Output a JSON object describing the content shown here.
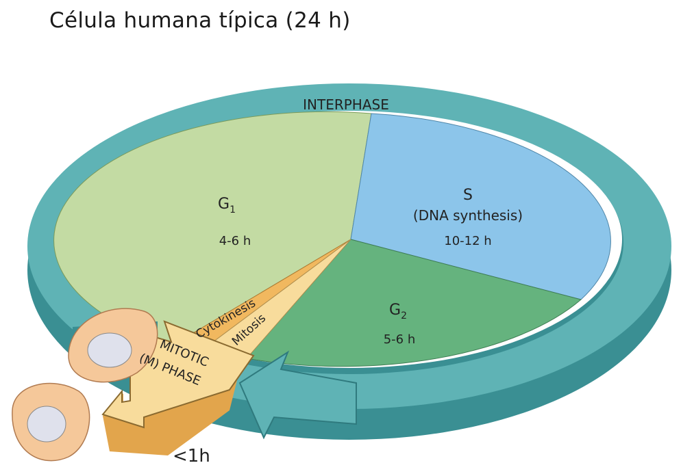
{
  "title": "Célula humana típica (24 h)",
  "ring": {
    "label": "INTERPHASE"
  },
  "phases": {
    "g1": {
      "name": "G",
      "sub": "1",
      "duration": "4-6 h"
    },
    "s": {
      "name": "S",
      "detail": "(DNA synthesis)",
      "duration": "10-12 h"
    },
    "g2": {
      "name": "G",
      "sub": "2",
      "duration": "5-6 h"
    },
    "cytokinesis": {
      "name": "Cytokinesis"
    },
    "mitosis": {
      "name": "Mitosis"
    },
    "m_phase": {
      "line1": "MITOTIC",
      "line2": "(M) PHASE",
      "duration": "<1h"
    }
  },
  "colors": {
    "ring": "#5fb3b5",
    "ring_dark": "#3a8f93",
    "g1": "#c3dba3",
    "s": "#8cc5ea",
    "g2": "#65b37e",
    "cytokinesis": "#f1b85f",
    "mitosis": "#f8dc9c",
    "arrow": "#f8dc9c",
    "arrow_dark": "#e2a54c",
    "cell": "#f5c89a",
    "nucleus": "#dfe1ec"
  }
}
